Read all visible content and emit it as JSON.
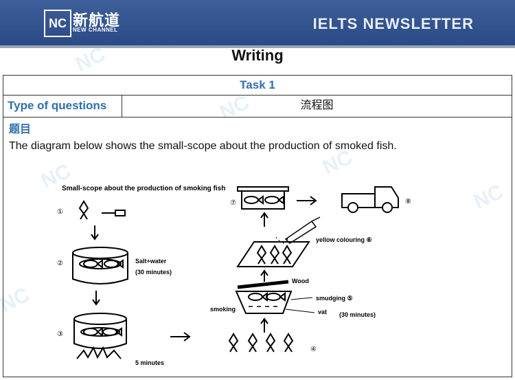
{
  "header": {
    "logo_mark": "NC",
    "logo_cn": "新航道",
    "logo_en": "NEW CHANNEL",
    "title": "IELTS  NEWSLETTER"
  },
  "section_title": "Writing",
  "task": {
    "label": "Task 1"
  },
  "type_row": {
    "label": "Type of questions",
    "value": "流程图"
  },
  "question": {
    "title": "题目",
    "text": "The diagram below shows the small-scope about the production of smoked fish."
  },
  "diagram": {
    "title": "Small-scope about the production of smoking fish",
    "labels": {
      "salt_water": "Salt+water",
      "thirty_min_1": "(30 minutes)",
      "five_min": "5 minutes",
      "wood": "Wood",
      "smudging": "smudging ⑤",
      "smoking": "smoking",
      "vat": "vat",
      "thirty_min_2": "(30 minutes)",
      "yellow": "yellow colouring ⑥"
    },
    "steps": [
      "①",
      "②",
      "③",
      "④",
      "⑦",
      "⑧"
    ]
  }
}
